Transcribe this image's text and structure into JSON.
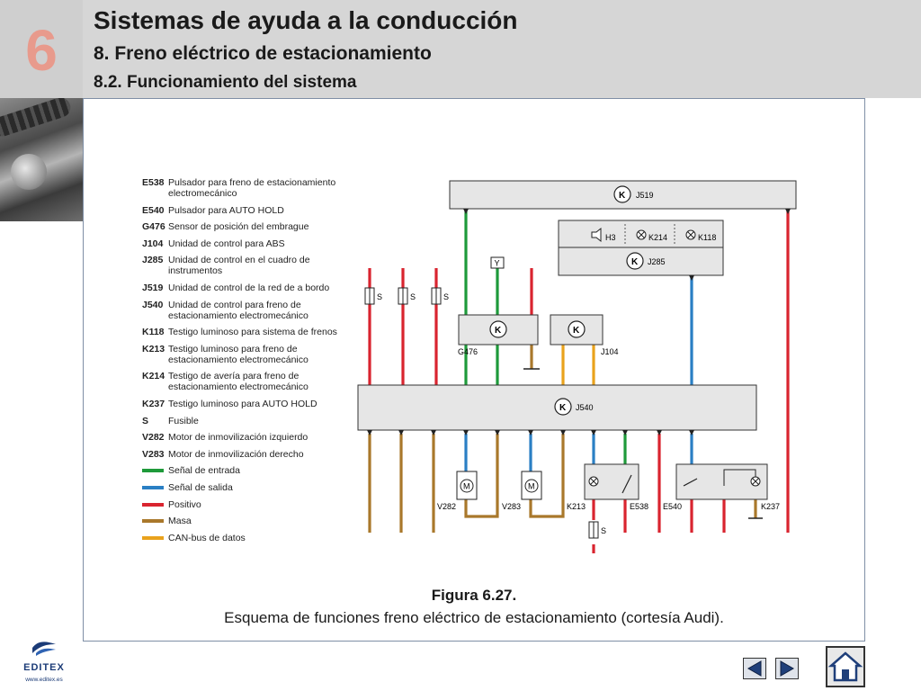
{
  "header": {
    "chapter_number": "6",
    "title": "Sistemas de ayuda a la conducción",
    "subtitle_1": "8. Freno eléctrico de estacionamiento",
    "subtitle_2": "8.2. Funcionamiento del sistema"
  },
  "legend": [
    {
      "code": "E538",
      "text": "Pulsador para freno de estacionamiento electromecánico"
    },
    {
      "code": "E540",
      "text": "Pulsador para AUTO HOLD"
    },
    {
      "code": "G476",
      "text": "Sensor de posición del embrague"
    },
    {
      "code": "J104",
      "text": "Unidad de control para ABS"
    },
    {
      "code": "J285",
      "text": "Unidad de control en el cuadro de instrumentos"
    },
    {
      "code": "J519",
      "text": "Unidad de control de la red de a bordo"
    },
    {
      "code": "J540",
      "text": "Unidad de control para freno de estacionamiento electromecánico"
    },
    {
      "code": "K118",
      "text": "Testigo luminoso para sistema de frenos"
    },
    {
      "code": "K213",
      "text": "Testigo luminoso para freno de estacionamiento electromecánico"
    },
    {
      "code": "K214",
      "text": "Testigo de avería para freno de estacionamiento electromecánico"
    },
    {
      "code": "K237",
      "text": "Testigo luminoso para AUTO HOLD"
    },
    {
      "code": "S",
      "text": "Fusible"
    },
    {
      "code": "V282",
      "text": "Motor de inmovilización izquierdo"
    },
    {
      "code": "V283",
      "text": "Motor de inmovilización derecho"
    }
  ],
  "wire_legend": [
    {
      "label": "Señal de entrada",
      "color": "#1e9a3a"
    },
    {
      "label": "Señal de salida",
      "color": "#2a7fc4"
    },
    {
      "label": "Positivo",
      "color": "#d9242f"
    },
    {
      "label": "Masa",
      "color": "#a9782b"
    },
    {
      "label": "CAN-bus de datos",
      "color": "#e9a21c"
    }
  ],
  "diagram_labels": {
    "j519": "J519",
    "h3": "H3",
    "k214": "K214",
    "k118": "K118",
    "j285": "J285",
    "y": "Y",
    "s": "S",
    "g476": "G476",
    "j104": "J104",
    "j540": "J540",
    "k": "K",
    "v282": "V282",
    "v283": "V283",
    "k213": "K213",
    "e538": "E538",
    "e540": "E540",
    "k237": "K237",
    "m": "M"
  },
  "caption": {
    "figure": "Figura 6.27.",
    "text": "Esquema de funciones freno eléctrico de estacionamiento (cortesía Audi)."
  },
  "logo": {
    "name": "EDITEX",
    "url": "www.editex.es"
  },
  "nav": {
    "prev_icon": "arrow-left-icon",
    "next_icon": "arrow-right-icon",
    "home_icon": "home-icon"
  }
}
